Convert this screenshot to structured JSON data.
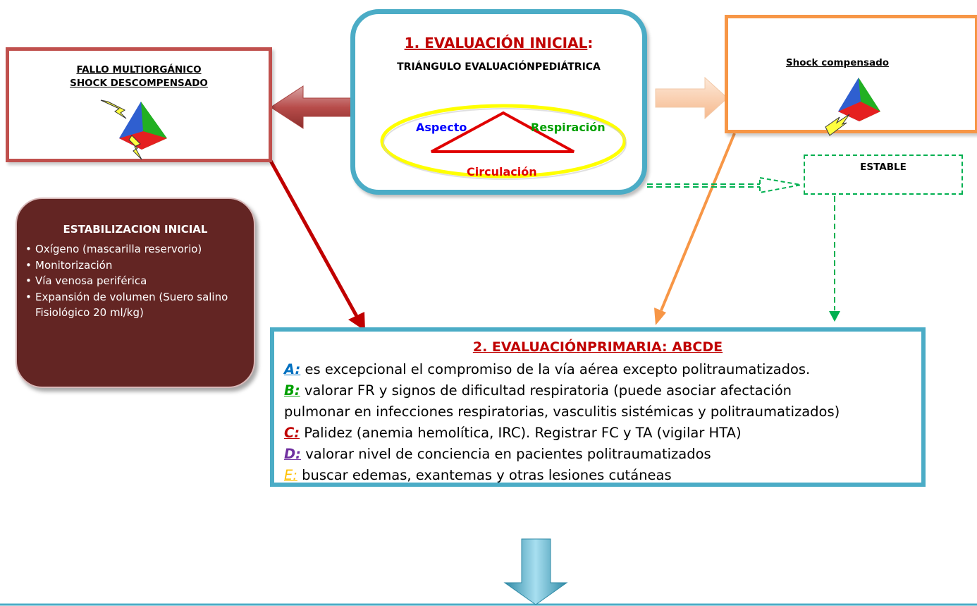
{
  "eval_inicial": {
    "title_number": "1. EVALUACIÓN INICIAL",
    "title_colon": ":",
    "subtitle": "TRIÁNGULO EVALUACIÓNPEDIÁTRICA",
    "aspecto": "Aspecto",
    "respiracion": "Respiración",
    "circulacion": "Circulación"
  },
  "fallo": {
    "line1": "FALLO MULTIORGÁNICO",
    "line2": "SHOCK DESCOMPENSADO"
  },
  "shock_compensado": {
    "title": "Shock compensado"
  },
  "estable": {
    "label": "ESTABLE"
  },
  "estabilizacion": {
    "title": "ESTABILIZACION INICIAL",
    "items": [
      "Oxígeno (mascarilla reservorio)",
      "Monitorización",
      "Vía venosa periférica",
      "Expansión de volumen (Suero salino Fisiológico 20 ml/kg)"
    ]
  },
  "eval_primaria": {
    "title": "2. EVALUACIÓNPRIMARIA: ABCDE",
    "a_letter": "A:",
    "a_text": " es excepcional el compromiso de la vía aérea excepto politraumatizados.",
    "b_letter": "B:",
    "b_text": " valorar FR y signos de dificultad respiratoria (puede asociar afectación",
    "b_text2": "pulmonar en infecciones respiratorias, vasculitis sistémicas y politraumatizados)",
    "c_letter": "C:",
    "c_text": " Palidez (anemia hemolítica, IRC). Registrar FC y TA (vigilar HTA)",
    "d_letter": "D:",
    "d_text": " valorar nivel de conciencia en pacientes politraumatizados",
    "e_letter": "E:",
    "e_text": " buscar edemas, exantemas y otras lesiones cutáneas"
  },
  "colors": {
    "blue": "#0070c0",
    "green": "#00b050",
    "red": "#c00000",
    "purple": "#7030a0",
    "yellow": "#ffc000",
    "teal": "#4bacc6"
  }
}
